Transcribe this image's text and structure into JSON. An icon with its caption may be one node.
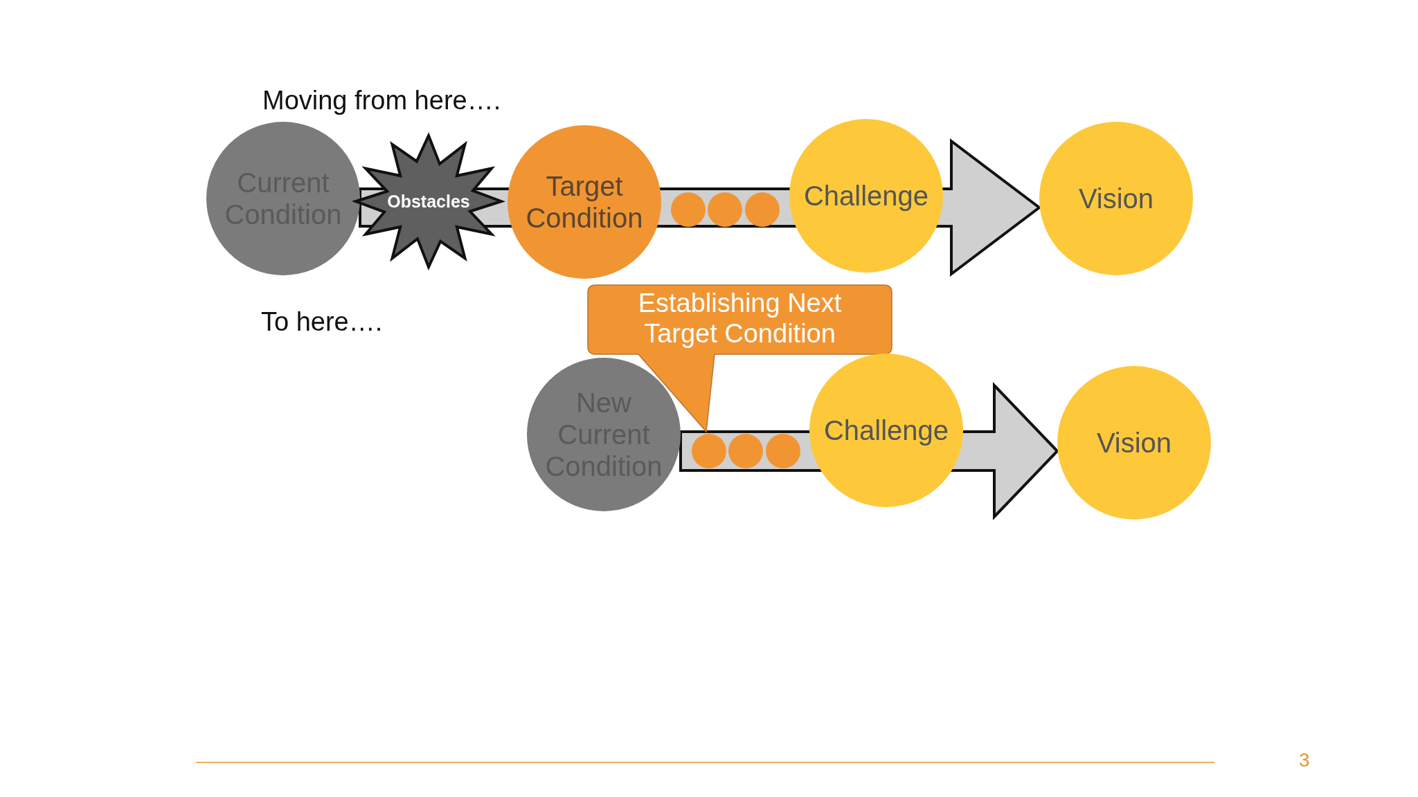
{
  "diagram": {
    "nodes": [
      {
        "text": [
          "Current Condition"
        ]
      },
      {
        "text": [
          "Obstacles"
        ]
      },
      {
        "text": [
          "Target Condition"
        ]
      },
      {
        "text": [],
        "shape": "circle"
      },
      {
        "text": [],
        "shape": "circle"
      },
      {
        "text": [],
        "shape": "circle"
      },
      {
        "text": [
          "Challenge"
        ]
      },
      {
        "text": [
          "Vision"
        ]
      },
      {
        "text": [
          "Establishing Next Target Condition"
        ]
      },
      {
        "text": [
          "New Current Condition"
        ]
      },
      {
        "text": [],
        "shape": "circle"
      },
      {
        "text": [],
        "shape": "circle"
      },
      {
        "text": [],
        "shape": "circle"
      },
      {
        "text": [
          "Challenge"
        ]
      },
      {
        "text": [
          "Vision"
        ]
      }
    ],
    "edges": [
      {
        "from": 0,
        "to": 7,
        "arrow": "to",
        "style": "thick"
      },
      {
        "from": 9,
        "to": 14,
        "arrow": "to",
        "style": "thick"
      }
    ],
    "labels": [
      "Moving from here….",
      "To here….",
      "3"
    ]
  }
}
